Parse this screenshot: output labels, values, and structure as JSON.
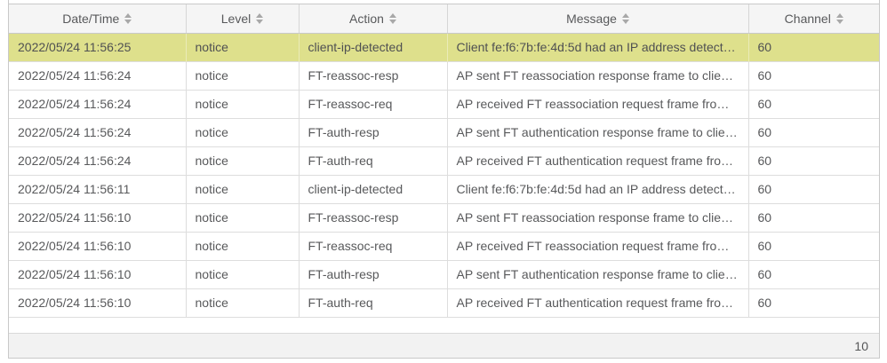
{
  "table": {
    "columns": [
      {
        "key": "datetime",
        "label": "Date/Time"
      },
      {
        "key": "level",
        "label": "Level"
      },
      {
        "key": "action",
        "label": "Action"
      },
      {
        "key": "message",
        "label": "Message"
      },
      {
        "key": "channel",
        "label": "Channel"
      }
    ],
    "rows": [
      {
        "datetime": "2022/05/24 11:56:25",
        "level": "notice",
        "action": "client-ip-detected",
        "message": "Client fe:f6:7b:fe:4d:5d had an IP address detect…",
        "channel": "60"
      },
      {
        "datetime": "2022/05/24 11:56:24",
        "level": "notice",
        "action": "FT-reassoc-resp",
        "message": "AP sent FT reassociation response frame to client…",
        "channel": "60"
      },
      {
        "datetime": "2022/05/24 11:56:24",
        "level": "notice",
        "action": "FT-reassoc-req",
        "message": "AP received FT reassociation request frame from …",
        "channel": "60"
      },
      {
        "datetime": "2022/05/24 11:56:24",
        "level": "notice",
        "action": "FT-auth-resp",
        "message": "AP sent FT authentication response frame to clie…",
        "channel": "60"
      },
      {
        "datetime": "2022/05/24 11:56:24",
        "level": "notice",
        "action": "FT-auth-req",
        "message": "AP received FT authentication request frame fro…",
        "channel": "60"
      },
      {
        "datetime": "2022/05/24 11:56:11",
        "level": "notice",
        "action": "client-ip-detected",
        "message": "Client fe:f6:7b:fe:4d:5d had an IP address detect…",
        "channel": "60"
      },
      {
        "datetime": "2022/05/24 11:56:10",
        "level": "notice",
        "action": "FT-reassoc-resp",
        "message": "AP sent FT reassociation response frame to client…",
        "channel": "60"
      },
      {
        "datetime": "2022/05/24 11:56:10",
        "level": "notice",
        "action": "FT-reassoc-req",
        "message": "AP received FT reassociation request frame from …",
        "channel": "60"
      },
      {
        "datetime": "2022/05/24 11:56:10",
        "level": "notice",
        "action": "FT-auth-resp",
        "message": "AP sent FT authentication response frame to clie…",
        "channel": "60"
      },
      {
        "datetime": "2022/05/24 11:56:10",
        "level": "notice",
        "action": "FT-auth-req",
        "message": "AP received FT authentication request frame fro…",
        "channel": "60"
      }
    ],
    "highlighted_row_index": 0,
    "footer": {
      "total_count": "10"
    }
  },
  "icons": {
    "sort": "sort-updown-icon"
  },
  "colors": {
    "highlight_row_bg": "#dee08c",
    "header_bg": "#f5f5f5",
    "footer_bg": "#f2f2f2",
    "outer_border": "#c9c9c9",
    "row_border": "#dddddd",
    "text": "#58595b",
    "sort_icon": "#a8a8a8"
  }
}
